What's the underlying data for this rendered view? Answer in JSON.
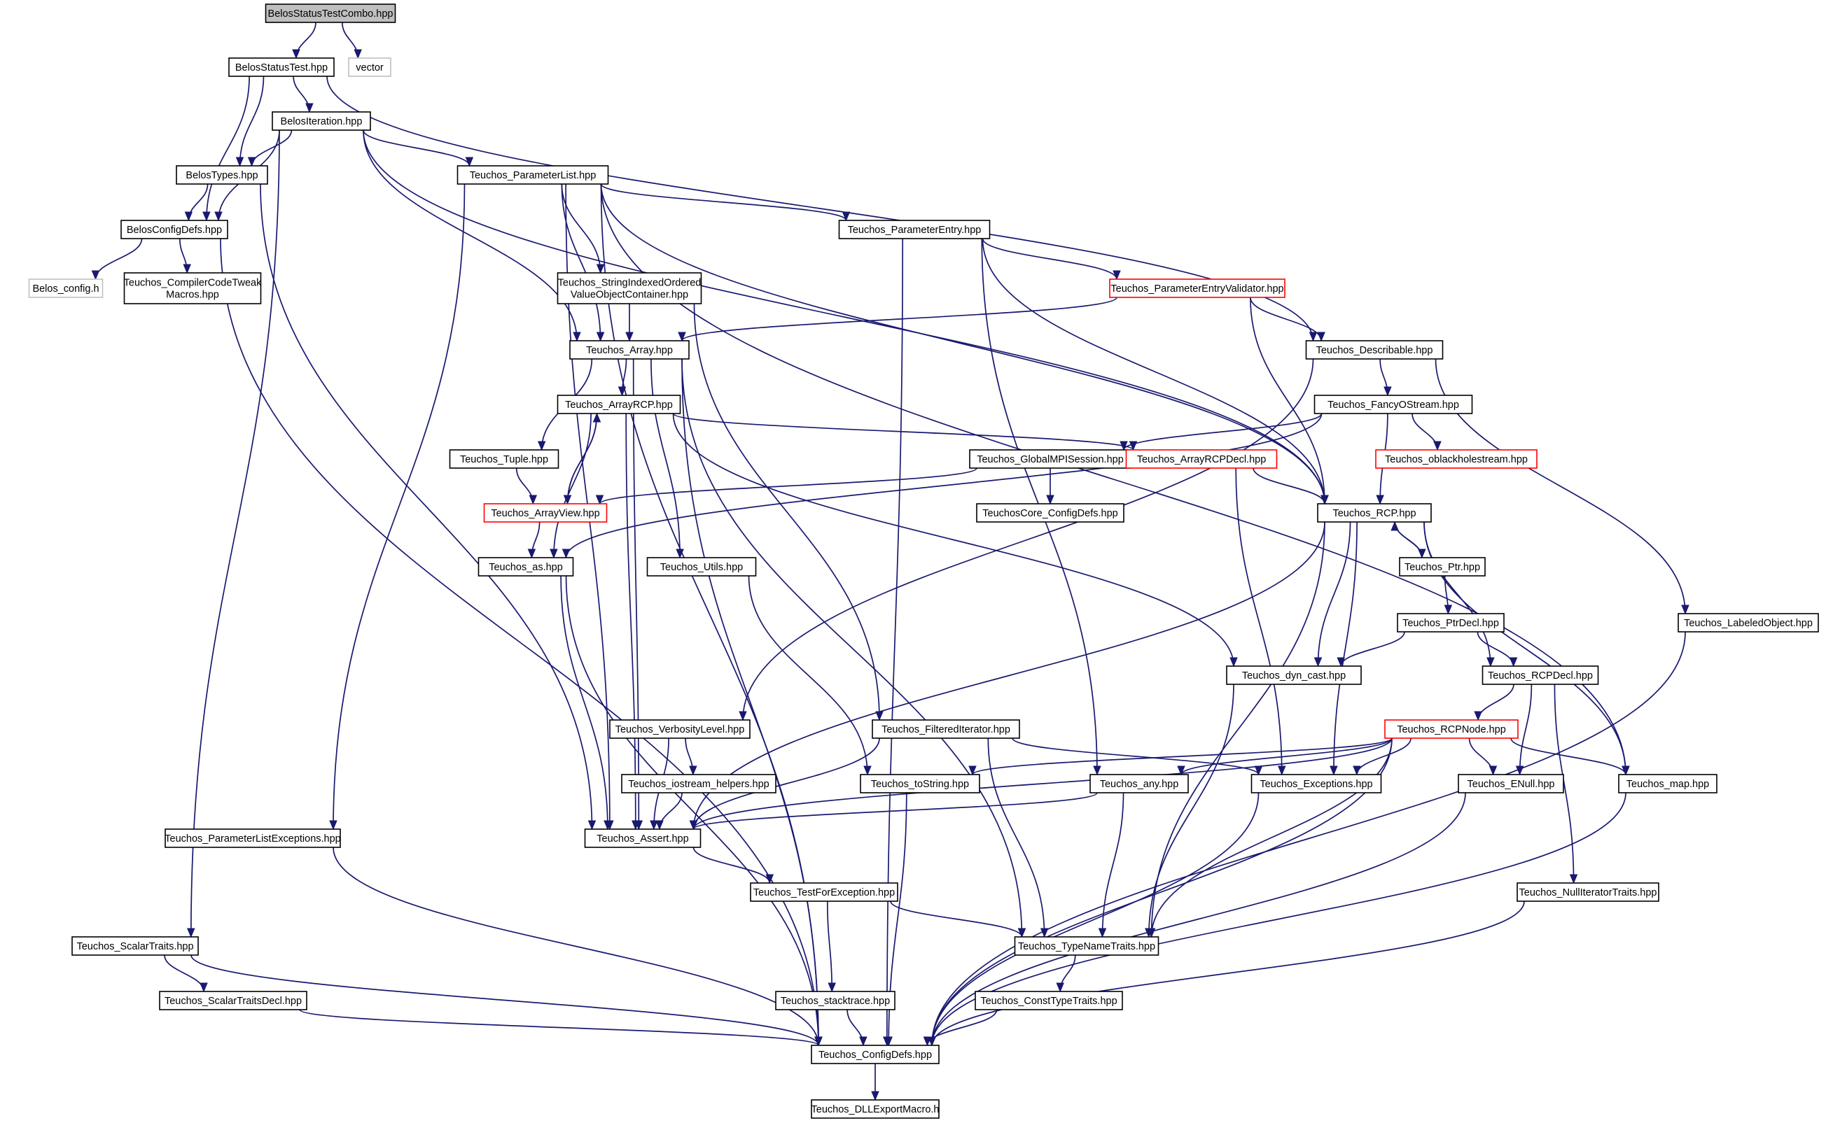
{
  "diagram": {
    "nodes": [
      {
        "id": "root",
        "label": "BelosStatusTestCombo.hpp",
        "style": "root"
      },
      {
        "id": "vector",
        "label": "vector",
        "style": "external"
      },
      {
        "id": "bst",
        "label": "BelosStatusTest.hpp",
        "style": "normal"
      },
      {
        "id": "bit",
        "label": "BelosIteration.hpp",
        "style": "normal"
      },
      {
        "id": "btypes",
        "label": "BelosTypes.hpp",
        "style": "normal"
      },
      {
        "id": "bcfg",
        "label": "BelosConfigDefs.hpp",
        "style": "normal"
      },
      {
        "id": "belcfgh",
        "label": "Belos_config.h",
        "style": "external"
      },
      {
        "id": "cctm",
        "label": [
          "Teuchos_CompilerCodeTweak",
          "Macros.hpp"
        ],
        "style": "normal"
      },
      {
        "id": "plist",
        "label": "Teuchos_ParameterList.hpp",
        "style": "normal"
      },
      {
        "id": "pentry",
        "label": "Teuchos_ParameterEntry.hpp",
        "style": "normal"
      },
      {
        "id": "sivo",
        "label": [
          "Teuchos_StringIndexedOrdered",
          "ValueObjectContainer.hpp"
        ],
        "style": "normal"
      },
      {
        "id": "pev",
        "label": "Teuchos_ParameterEntryValidator.hpp",
        "style": "truncated"
      },
      {
        "id": "array",
        "label": "Teuchos_Array.hpp",
        "style": "normal"
      },
      {
        "id": "describ",
        "label": "Teuchos_Describable.hpp",
        "style": "normal"
      },
      {
        "id": "arcp",
        "label": "Teuchos_ArrayRCP.hpp",
        "style": "normal"
      },
      {
        "id": "fancy",
        "label": "Teuchos_FancyOStream.hpp",
        "style": "normal"
      },
      {
        "id": "tuple",
        "label": "Teuchos_Tuple.hpp",
        "style": "normal"
      },
      {
        "id": "gmpi",
        "label": "Teuchos_GlobalMPISession.hpp",
        "style": "normal"
      },
      {
        "id": "arcpdecl",
        "label": "Teuchos_ArrayRCPDecl.hpp",
        "style": "truncated"
      },
      {
        "id": "oblack",
        "label": "Teuchos_oblackholestream.hpp",
        "style": "truncated"
      },
      {
        "id": "aview",
        "label": "Teuchos_ArrayView.hpp",
        "style": "truncated"
      },
      {
        "id": "corecfg",
        "label": "TeuchosCore_ConfigDefs.hpp",
        "style": "normal"
      },
      {
        "id": "rcp",
        "label": "Teuchos_RCP.hpp",
        "style": "normal"
      },
      {
        "id": "as",
        "label": "Teuchos_as.hpp",
        "style": "normal"
      },
      {
        "id": "utils",
        "label": "Teuchos_Utils.hpp",
        "style": "normal"
      },
      {
        "id": "ptr",
        "label": "Teuchos_Ptr.hpp",
        "style": "normal"
      },
      {
        "id": "ptrdecl",
        "label": "Teuchos_PtrDecl.hpp",
        "style": "normal"
      },
      {
        "id": "labeled",
        "label": "Teuchos_LabeledObject.hpp",
        "style": "normal"
      },
      {
        "id": "dyncast",
        "label": "Teuchos_dyn_cast.hpp",
        "style": "normal"
      },
      {
        "id": "rcpdecl",
        "label": "Teuchos_RCPDecl.hpp",
        "style": "normal"
      },
      {
        "id": "verb",
        "label": "Teuchos_VerbosityLevel.hpp",
        "style": "normal"
      },
      {
        "id": "filt",
        "label": "Teuchos_FilteredIterator.hpp",
        "style": "normal"
      },
      {
        "id": "rcpnode",
        "label": "Teuchos_RCPNode.hpp",
        "style": "truncated"
      },
      {
        "id": "iosh",
        "label": "Teuchos_iostream_helpers.hpp",
        "style": "normal"
      },
      {
        "id": "tostr",
        "label": "Teuchos_toString.hpp",
        "style": "normal"
      },
      {
        "id": "any",
        "label": "Teuchos_any.hpp",
        "style": "normal"
      },
      {
        "id": "exc",
        "label": "Teuchos_Exceptions.hpp",
        "style": "normal"
      },
      {
        "id": "enull",
        "label": "Teuchos_ENull.hpp",
        "style": "normal"
      },
      {
        "id": "map",
        "label": "Teuchos_map.hpp",
        "style": "normal"
      },
      {
        "id": "plexc",
        "label": "Teuchos_ParameterListExceptions.hpp",
        "style": "normal"
      },
      {
        "id": "assert",
        "label": "Teuchos_Assert.hpp",
        "style": "normal"
      },
      {
        "id": "tfe",
        "label": "Teuchos_TestForException.hpp",
        "style": "normal"
      },
      {
        "id": "nit",
        "label": "Teuchos_NullIteratorTraits.hpp",
        "style": "normal"
      },
      {
        "id": "scal",
        "label": "Teuchos_ScalarTraits.hpp",
        "style": "normal"
      },
      {
        "id": "tnt",
        "label": "Teuchos_TypeNameTraits.hpp",
        "style": "normal"
      },
      {
        "id": "scald",
        "label": "Teuchos_ScalarTraitsDecl.hpp",
        "style": "normal"
      },
      {
        "id": "stack",
        "label": "Teuchos_stacktrace.hpp",
        "style": "normal"
      },
      {
        "id": "ctt",
        "label": "Teuchos_ConstTypeTraits.hpp",
        "style": "normal"
      },
      {
        "id": "cfg",
        "label": "Teuchos_ConfigDefs.hpp",
        "style": "normal"
      },
      {
        "id": "dll",
        "label": "Teuchos_DLLExportMacro.h",
        "style": "normal"
      }
    ],
    "edges": [
      [
        "root",
        "bst"
      ],
      [
        "root",
        "vector"
      ],
      [
        "bst",
        "bit"
      ],
      [
        "bst",
        "btypes"
      ],
      [
        "bst",
        "bcfg"
      ],
      [
        "bst",
        "describ"
      ],
      [
        "bit",
        "btypes"
      ],
      [
        "bit",
        "bcfg"
      ],
      [
        "bit",
        "plist"
      ],
      [
        "bit",
        "array"
      ],
      [
        "bit",
        "rcp"
      ],
      [
        "bit",
        "scal"
      ],
      [
        "btypes",
        "bcfg"
      ],
      [
        "btypes",
        "assert"
      ],
      [
        "bcfg",
        "belcfgh"
      ],
      [
        "bcfg",
        "cctm"
      ],
      [
        "bcfg",
        "cfg"
      ],
      [
        "plist",
        "pentry"
      ],
      [
        "plist",
        "sivo"
      ],
      [
        "plist",
        "array"
      ],
      [
        "plist",
        "assert"
      ],
      [
        "plist",
        "plexc"
      ],
      [
        "plist",
        "rcp"
      ],
      [
        "plist",
        "map"
      ],
      [
        "plist",
        "cfg"
      ],
      [
        "pentry",
        "pev"
      ],
      [
        "pentry",
        "any"
      ],
      [
        "pentry",
        "rcp"
      ],
      [
        "pentry",
        "cfg"
      ],
      [
        "sivo",
        "array"
      ],
      [
        "sivo",
        "filt"
      ],
      [
        "pev",
        "array"
      ],
      [
        "pev",
        "describ"
      ],
      [
        "pev",
        "rcp"
      ],
      [
        "array",
        "arcp"
      ],
      [
        "array",
        "tuple"
      ],
      [
        "array",
        "utils"
      ],
      [
        "array",
        "assert"
      ],
      [
        "array",
        "tnt"
      ],
      [
        "array",
        "cfg"
      ],
      [
        "describ",
        "fancy"
      ],
      [
        "describ",
        "labeled"
      ],
      [
        "describ",
        "verb"
      ],
      [
        "arcp",
        "aview"
      ],
      [
        "arcp",
        "arcpdecl"
      ],
      [
        "arcp",
        "as"
      ],
      [
        "arcp",
        "dyncast"
      ],
      [
        "arcp",
        "assert"
      ],
      [
        "fancy",
        "gmpi"
      ],
      [
        "fancy",
        "oblack"
      ],
      [
        "fancy",
        "rcp"
      ],
      [
        "fancy",
        "as"
      ],
      [
        "tuple",
        "aview"
      ],
      [
        "gmpi",
        "corecfg"
      ],
      [
        "gmpi",
        "aview"
      ],
      [
        "arcpdecl",
        "rcp"
      ],
      [
        "arcpdecl",
        "exc"
      ],
      [
        "aview",
        "arcp"
      ],
      [
        "aview",
        "as"
      ],
      [
        "rcp",
        "ptr"
      ],
      [
        "rcp",
        "rcpdecl"
      ],
      [
        "rcp",
        "dyncast"
      ],
      [
        "rcp",
        "exc"
      ],
      [
        "rcp",
        "map"
      ],
      [
        "rcp",
        "assert"
      ],
      [
        "rcp",
        "tnt"
      ],
      [
        "as",
        "assert"
      ],
      [
        "as",
        "cfg"
      ],
      [
        "utils",
        "tostr"
      ],
      [
        "ptr",
        "rcp"
      ],
      [
        "ptr",
        "ptrdecl"
      ],
      [
        "ptrdecl",
        "rcpdecl"
      ],
      [
        "ptrdecl",
        "dyncast"
      ],
      [
        "labeled",
        "cfg"
      ],
      [
        "dyncast",
        "tnt"
      ],
      [
        "rcpdecl",
        "rcpnode"
      ],
      [
        "rcpdecl",
        "enull"
      ],
      [
        "rcpdecl",
        "nit"
      ],
      [
        "verb",
        "iosh"
      ],
      [
        "verb",
        "assert"
      ],
      [
        "filt",
        "assert"
      ],
      [
        "filt",
        "exc"
      ],
      [
        "filt",
        "tnt"
      ],
      [
        "rcpnode",
        "tostr"
      ],
      [
        "rcpnode",
        "any"
      ],
      [
        "rcpnode",
        "exc"
      ],
      [
        "rcpnode",
        "enull"
      ],
      [
        "rcpnode",
        "map"
      ],
      [
        "rcpnode",
        "assert"
      ],
      [
        "rcpnode",
        "tnt"
      ],
      [
        "rcpnode",
        "cfg"
      ],
      [
        "iosh",
        "assert"
      ],
      [
        "tostr",
        "cfg"
      ],
      [
        "any",
        "assert"
      ],
      [
        "any",
        "tnt"
      ],
      [
        "exc",
        "cfg"
      ],
      [
        "enull",
        "cfg"
      ],
      [
        "map",
        "cfg"
      ],
      [
        "plexc",
        "cfg"
      ],
      [
        "assert",
        "tfe"
      ],
      [
        "tfe",
        "stack"
      ],
      [
        "tfe",
        "tnt"
      ],
      [
        "nit",
        "cfg"
      ],
      [
        "scal",
        "scald"
      ],
      [
        "scal",
        "cfg"
      ],
      [
        "tnt",
        "ctt"
      ],
      [
        "scald",
        "cfg"
      ],
      [
        "stack",
        "cfg"
      ],
      [
        "ctt",
        "cfg"
      ],
      [
        "cfg",
        "dll"
      ]
    ]
  },
  "colors": {
    "edge": "#191970",
    "node_border": "#000000",
    "root_fill": "#bfbfbf",
    "external_border": "#bfbfbf",
    "truncated_border": "#ff0000",
    "background": "#ffffff"
  }
}
